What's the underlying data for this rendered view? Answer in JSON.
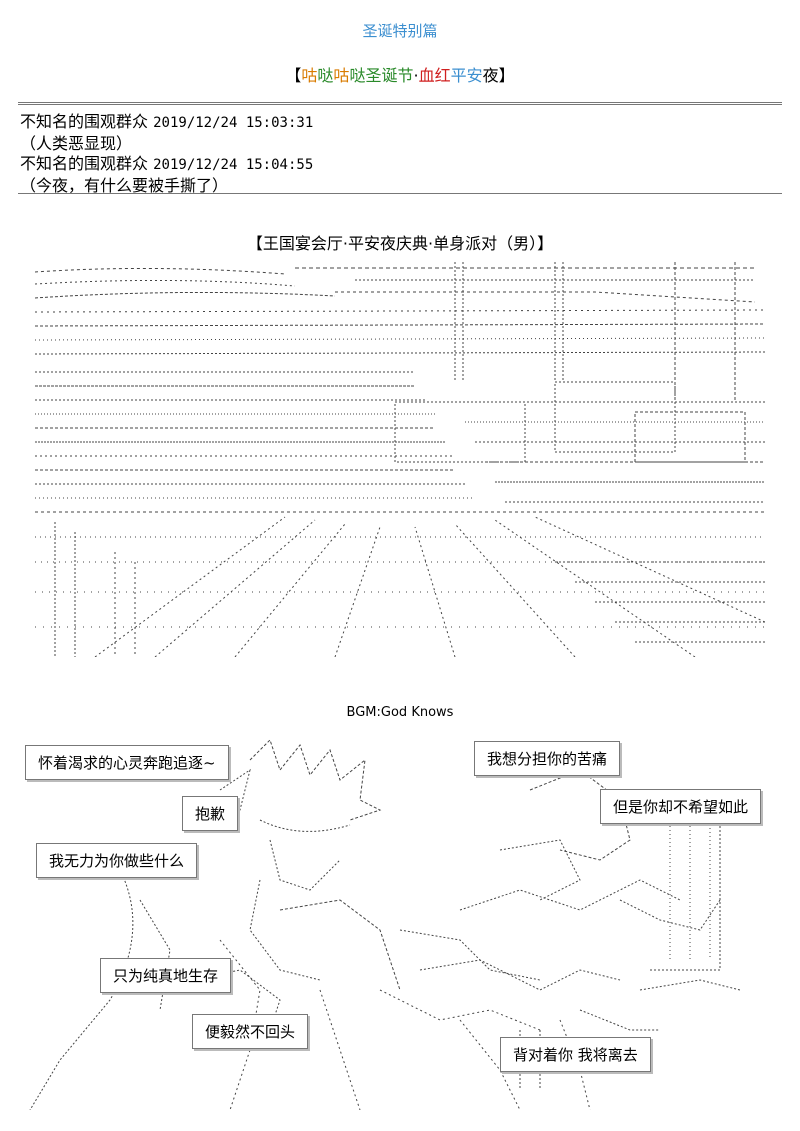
{
  "page_title": "圣诞特别篇",
  "event_title": {
    "bracket_open": "【",
    "parts": [
      {
        "text": "咕",
        "color": "#d97b00"
      },
      {
        "text": "哒",
        "color": "#2a8a2a"
      },
      {
        "text": "咕",
        "color": "#d97b00"
      },
      {
        "text": "哒",
        "color": "#2a8a2a"
      },
      {
        "text": "圣诞节",
        "color": "#2a8a2a"
      },
      {
        "text": "·",
        "color": "#000000"
      },
      {
        "text": "血红",
        "color": "#d02020"
      },
      {
        "text": "平安",
        "color": "#3c8fd0"
      },
      {
        "text": "夜",
        "color": "#000000"
      }
    ],
    "bracket_close": "】"
  },
  "posts": [
    {
      "name": "不知名的围观群众",
      "timestamp": "2019/12/24 15:03:31",
      "body": "（人类恶显现）"
    },
    {
      "name": "不知名的围观群众",
      "timestamp": "2019/12/24 15:04:55",
      "body": "（今夜，有什么要被手撕了）"
    }
  ],
  "scene_title": "【王国宴会厅·平安夜庆典·单身派对（男）】",
  "bgm": "BGM:God Knows",
  "bubbles": {
    "b1": "怀着渴求的心灵奔跑追逐~",
    "b2": "抱歉",
    "b3": "我无力为你做些什么",
    "b4": "只为纯真地生存",
    "b5": "便毅然不回头",
    "b6": "我想分担你的苦痛",
    "b7": "但是你却不希望如此",
    "b8": "背对着你 我将离去"
  }
}
